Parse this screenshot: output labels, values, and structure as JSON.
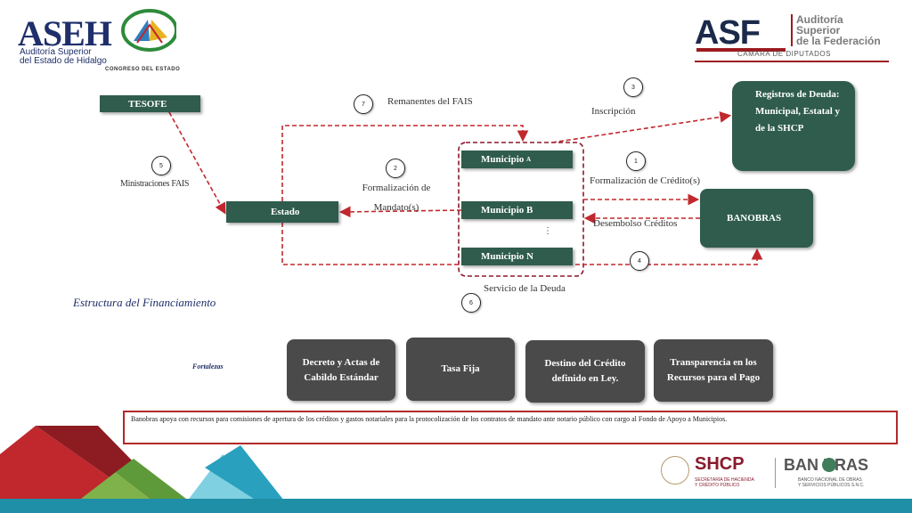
{
  "header": {
    "asei_logo_text": "ASEH",
    "asei_subtitle_line1": "Auditoría Superior",
    "asei_subtitle_line2": "del Estado de Hidalgo",
    "asei_congreso": "CONGRESO DEL ESTADO",
    "asf_logo_text": "ASF",
    "asf_name_line1": "Auditoría",
    "asf_name_line2": "Superior",
    "asf_name_line3": "de la Federación",
    "asf_camara": "CÁMARA DE DIPUTADOS"
  },
  "diagram": {
    "nodes": {
      "tesofe": "TESOFE",
      "estado": "Estado",
      "municipio_a": "Municipio",
      "municipio_a_suffix": "A",
      "municipio_b": "Municipio B",
      "municipio_n": "Municipio N",
      "registros": "Registros de Deuda: Municipal, Estatal y de la SHCP",
      "banobras": "BANOBRAS"
    },
    "steps": [
      "1",
      "2",
      "3",
      "4",
      "5",
      "6",
      "7"
    ],
    "labels": {
      "remanentes": "Remanentes del FAIS",
      "inscripcion": "Inscripción",
      "ministraciones": "Ministraciones FAIS",
      "formalizacion_mandato": "Formalización de Mandato(s)",
      "formalizacion_credito": "Formalización de Crédito(s)",
      "desembolso": "Desembolso Créditos",
      "servicio": "Servicio de la Deuda",
      "ellipsis": "⋮"
    },
    "colors": {
      "node_green": "#2f5c4d",
      "arrow_red": "#c0282d"
    }
  },
  "estructura": {
    "title": "Estructura del Financiamiento",
    "fortalezas_label": "Fortalezas",
    "items": [
      "Decreto y Actas de Cabildo Estándar",
      "Tasa Fija",
      "Destino del Crédito definido en Ley.",
      "Transparencia en los Recursos para el Pago"
    ]
  },
  "note": "Banobras apoya con recursos para comisiones de apertura de los créditos y gastos notariales para la protocolización de los contratos de mandato ante notario público con cargo al Fondo de Apoyo a Municipios.",
  "footer": {
    "shcp_name": "SHCP",
    "shcp_sub_line1": "SECRETARÍA DE HACIENDA",
    "shcp_sub_line2": "Y CRÉDITO PÚBLICO",
    "banobras_name": "BAN  BRAS",
    "banobras_sub_line1": "BANCO NACIONAL DE OBRAS",
    "banobras_sub_line2": "Y SERVICIOS PÚBLICOS S.N.C."
  }
}
